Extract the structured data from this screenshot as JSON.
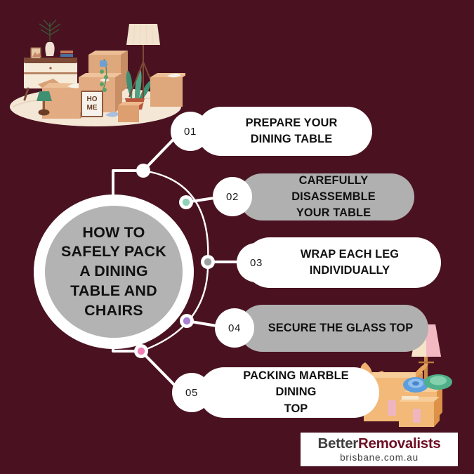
{
  "theme": {
    "background": "#4a1220",
    "card_white": "#ffffff",
    "card_grey": "#b0b0b0",
    "hub_fill": "#b3b3b3",
    "hub_ring": "#ffffff",
    "text_dark": "#111111",
    "connector_line": "#ffffff"
  },
  "hub": {
    "title": "HOW TO\nSAFELY PACK\nA DINING\nTABLE AND\nCHAIRS"
  },
  "steps": [
    {
      "number": "01",
      "label": "PREPARE YOUR\nDINING TABLE",
      "card_style": "white",
      "node_color": "#ffffff"
    },
    {
      "number": "02",
      "label": "CAREFULLY DISASSEMBLE\nYOUR TABLE",
      "card_style": "grey",
      "node_color": "#8fd2b8"
    },
    {
      "number": "03",
      "label": "WRAP EACH LEG\nINDIVIDUALLY",
      "card_style": "white",
      "node_color": "#9e9e9e"
    },
    {
      "number": "04",
      "label": "SECURE THE GLASS TOP",
      "card_style": "grey",
      "node_color": "#a87fd4"
    },
    {
      "number": "05",
      "label": "PACKING MARBLE DINING\nTOP",
      "card_style": "white",
      "node_color": "#ef7fb4"
    }
  ],
  "logo": {
    "word_primary": "Better",
    "word_accent": "Removalists",
    "domain": "brisbane.com.au"
  },
  "illustrations": {
    "top_left": "moving-boxes-furniture-illustration",
    "bottom_right": "packed-boxes-lamp-illustration"
  }
}
